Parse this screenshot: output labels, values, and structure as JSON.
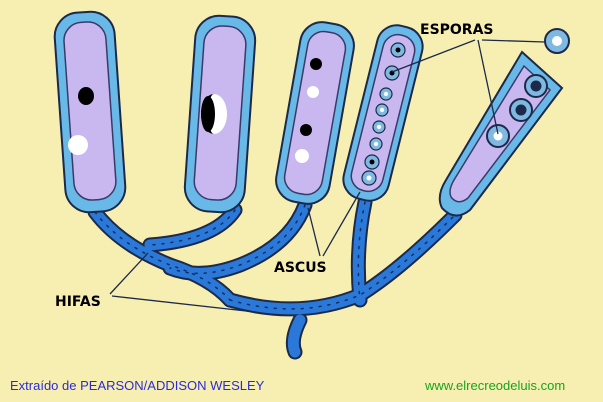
{
  "labels": {
    "esporas": "ESPORAS",
    "ascus": "ASCUS",
    "hifas": "HIFAS"
  },
  "footer": {
    "credit": "Extraído de PEARSON/ADDISON WESLEY",
    "website": "www.elrecreodeluis.com"
  },
  "colors": {
    "background": "#f7eeb2",
    "cell_fill": "#c9b7ef",
    "cell_border": "#68b8e8",
    "hypha": "#2a78d8",
    "outline": "#1b2a4a",
    "credit_text": "#2b2bd6",
    "website_text": "#1aa31a"
  }
}
